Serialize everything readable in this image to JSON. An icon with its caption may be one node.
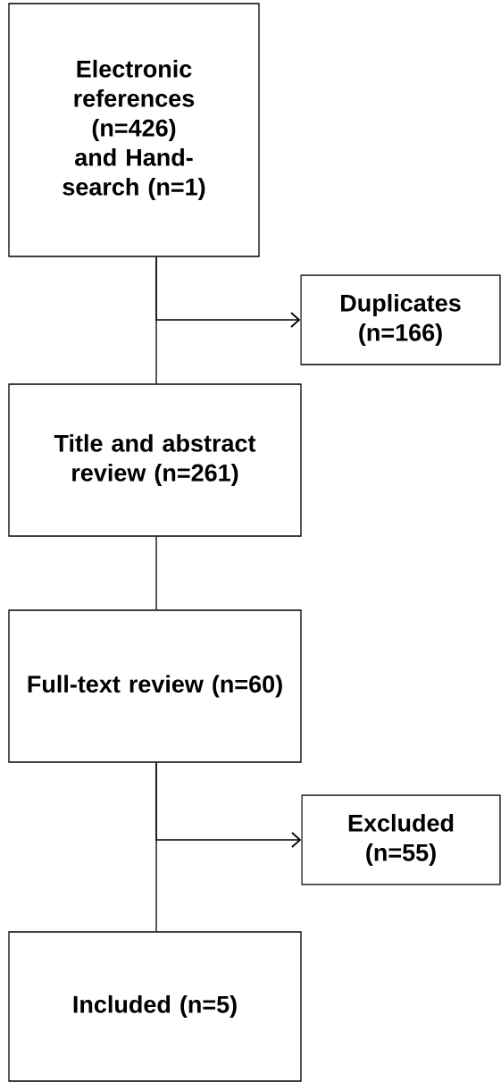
{
  "diagram": {
    "nodes": [
      {
        "text": [
          "Electronic references (n=426) and Hand-search (n=1)"
        ]
      },
      {
        "text": [
          "Duplicates (n=166)"
        ]
      },
      {
        "text": [
          "Title and abstract review (n=261)"
        ]
      },
      {
        "text": [
          "Full-text review (n=60)"
        ]
      },
      {
        "text": [
          "Excluded (n=55)"
        ]
      },
      {
        "text": [
          "Included (n=5)"
        ]
      }
    ],
    "edges": [
      {
        "from": 0,
        "to": 1,
        "arrow": "to"
      },
      {
        "from": 0,
        "to": 2,
        "arrow": "none"
      },
      {
        "from": 2,
        "to": 3,
        "arrow": "none"
      },
      {
        "from": 3,
        "to": 4,
        "arrow": "to"
      },
      {
        "from": 3,
        "to": 5,
        "arrow": "none"
      }
    ]
  }
}
